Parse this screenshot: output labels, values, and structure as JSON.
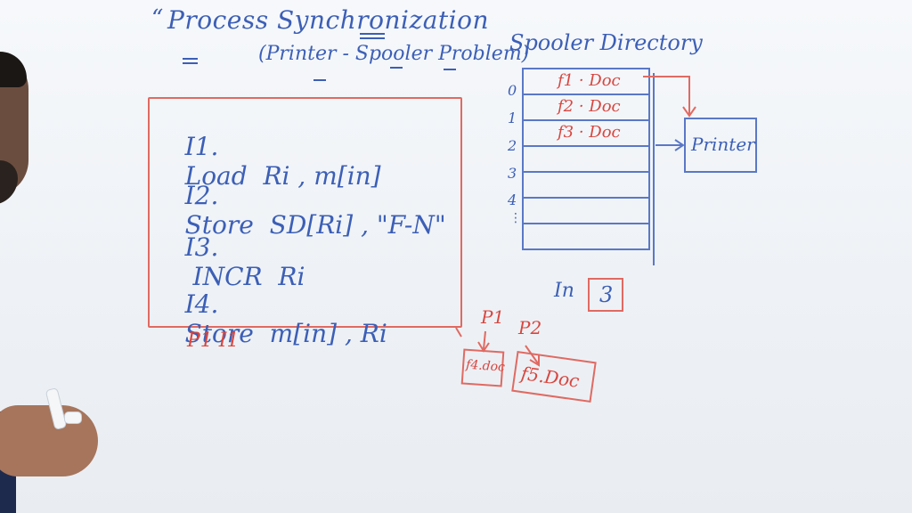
{
  "title": {
    "quote": "“",
    "main": "Process Synchronization",
    "sub": "(Printer - Spooler Problem)"
  },
  "instructions": [
    {
      "id": "I1.",
      "text": "Load  Ri , m[in]"
    },
    {
      "id": "I2.",
      "text": "Store  SD[Ri] , \"F-N\""
    },
    {
      "id": "I3.",
      "text": " INCR  Ri"
    },
    {
      "id": "I4.",
      "text": "Store  m[in] , Ri"
    }
  ],
  "process_note": "P1 I1",
  "spooler": {
    "title": "Spooler Directory",
    "indices": [
      "0",
      "1",
      "2",
      "3",
      "4"
    ],
    "dots": "⋮",
    "entries": [
      "f1 · Doc",
      "f2 · Doc",
      "f3 · Doc",
      "",
      "",
      "",
      ""
    ]
  },
  "printer": {
    "label": "Printer"
  },
  "in": {
    "label": "In",
    "value": "3"
  },
  "pending": {
    "p1": "P1",
    "p2": "P2",
    "f4": "f4.doc",
    "f5": "f5.Doc"
  },
  "colors": {
    "blue_marker": "#3c5fb6",
    "red_marker": "#d8463f",
    "board": "#f3f6f9"
  }
}
